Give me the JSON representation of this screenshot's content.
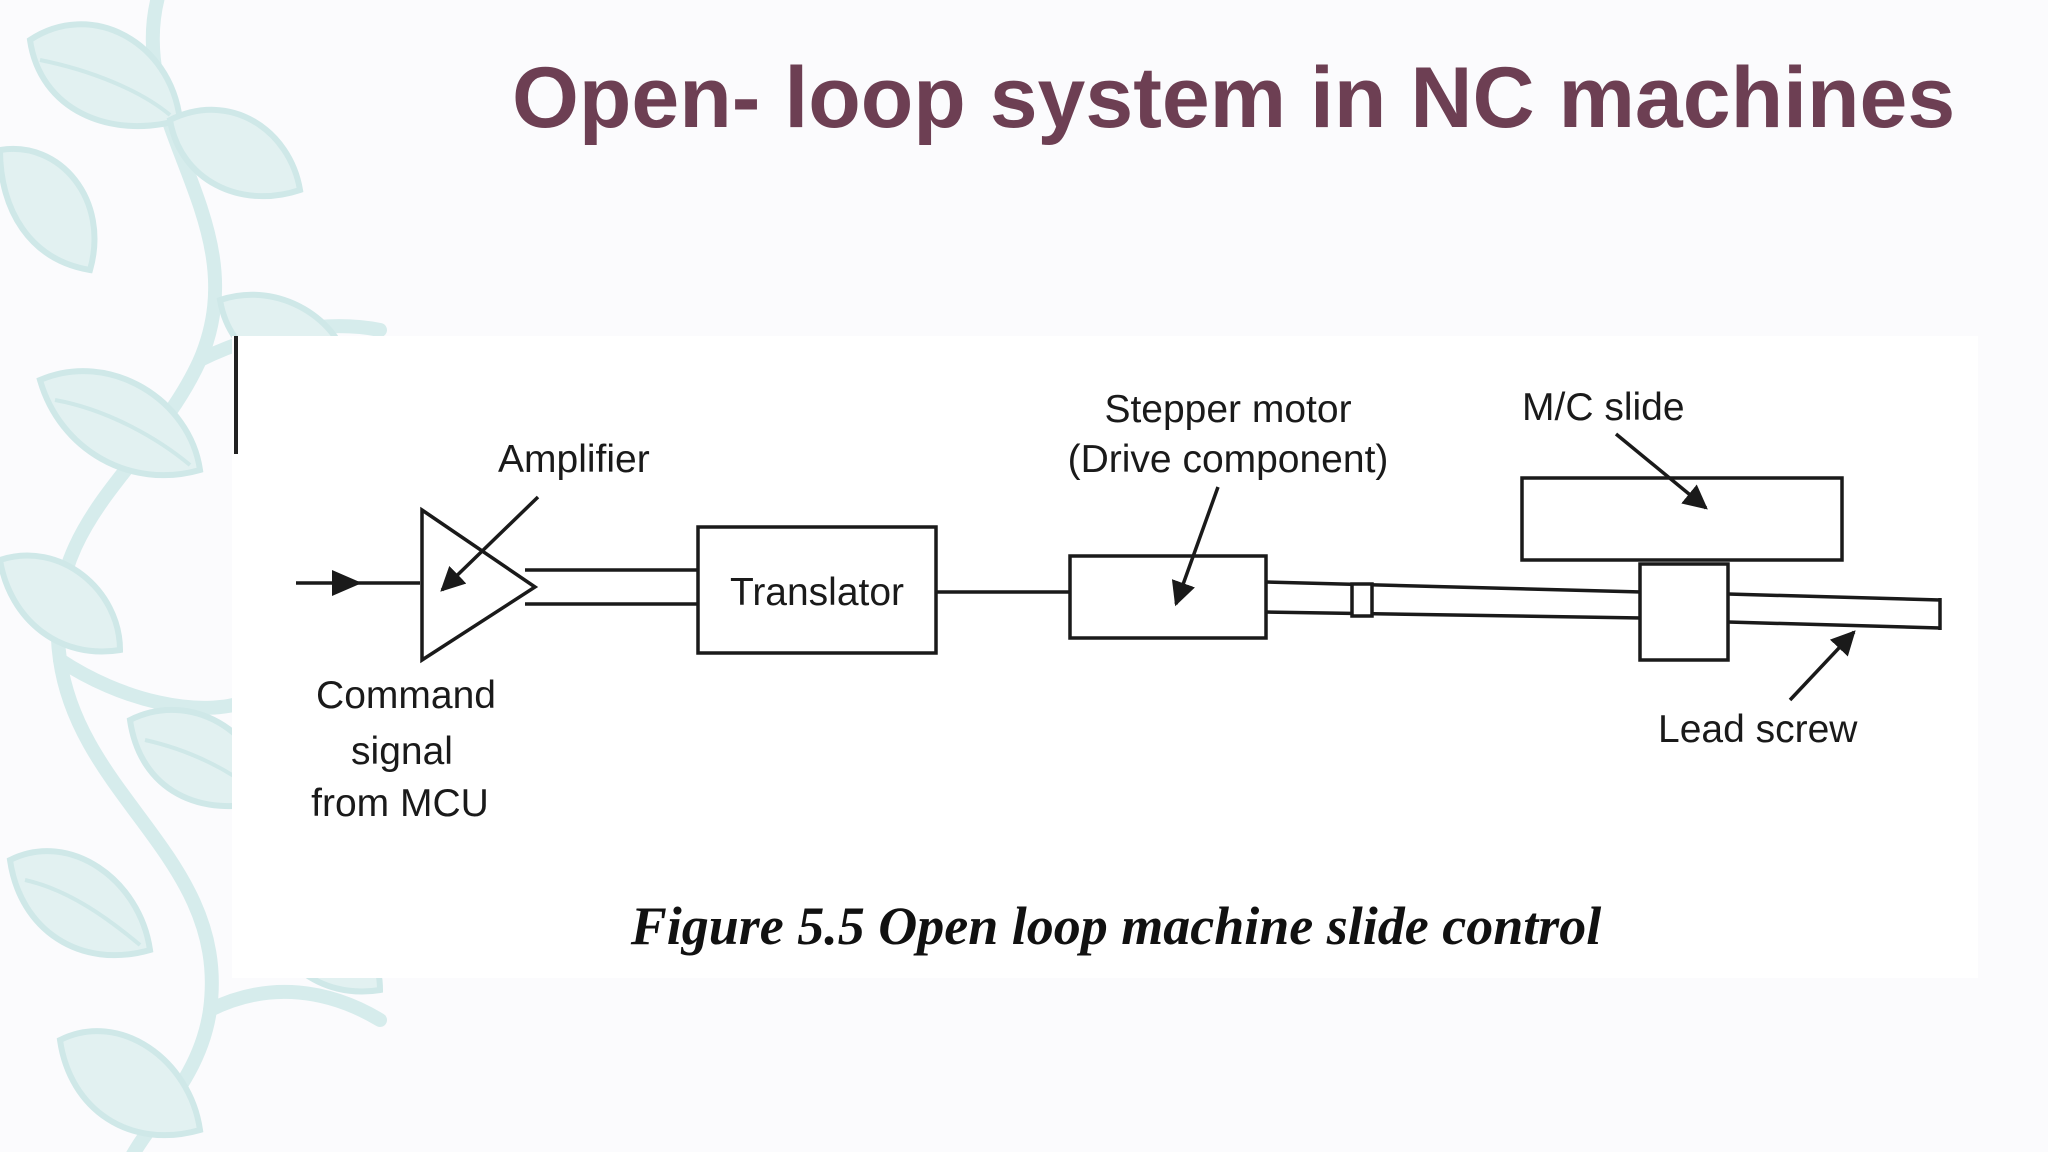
{
  "slide": {
    "title": "Open- loop system in NC machines",
    "title_color": "#6d3f53",
    "decoration": "leaf-vine-pattern",
    "decoration_color": "#d6ecec"
  },
  "diagram": {
    "blocks": {
      "amplifier": "Amplifier",
      "translator": "Translator",
      "stepper_motor_line1": "Stepper motor",
      "stepper_motor_line2": "(Drive component)",
      "mc_slide": "M/C slide",
      "lead_screw": "Lead screw"
    },
    "input": {
      "line1": "Command",
      "line2": "signal",
      "line3": "from MCU"
    },
    "caption": "Figure 5.5 Open loop machine slide control"
  }
}
